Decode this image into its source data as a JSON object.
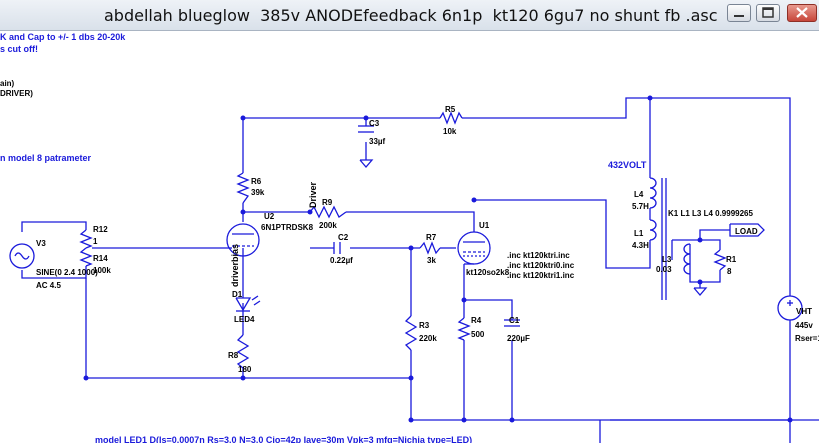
{
  "window": {
    "title": "abdellah blueglow  385v ANODEfeedback 6n1p  kt120 6gu7 no shunt fb .asc",
    "buttons": [
      "minimize-icon",
      "maximize-icon",
      "close-icon"
    ]
  },
  "colors": {
    "wire": "#1a1adb",
    "text": "#000000",
    "comment": "#1a1adb",
    "title_bar": "#dde4ec"
  },
  "comments": {
    "line1": "K and Cap to +/- 1 dbs 20-20k",
    "line2": "s cut off!",
    "line3": "ain)",
    "line4": "DRIVER)",
    "line5": "n model 8 patrameter",
    "voltage": "432VOLT",
    "coupling": "K1 L1 L3 L4 0.9999265",
    "inc1": ".inc kt120ktri.inc",
    "inc2": ".inc kt120ktri0.inc",
    "inc3": ".inc kt120ktri1.inc",
    "bottom": "model LED1 D(Is=0.0007n Rs=3.0 N=3.0 Cjo=42p Iave=30m Vpk=3 mfg=Nichia type=LED)"
  },
  "components": {
    "R5": {
      "name": "R5",
      "value": "10k"
    },
    "C3": {
      "name": "C3",
      "value": "33µf"
    },
    "R6": {
      "name": "R6",
      "value": "39k"
    },
    "R9": {
      "name": "R9",
      "value": "200k"
    },
    "C2": {
      "name": "C2",
      "value": "0.22µf"
    },
    "R7": {
      "name": "R7",
      "value": "3k"
    },
    "U2": {
      "name": "U2",
      "value": "6N1PTRDSK8"
    },
    "U1": {
      "name": "U1",
      "value": "kt120so2k8"
    },
    "R12": {
      "name": "R12",
      "value": "1"
    },
    "R14": {
      "name": "R14",
      "value": "100k"
    },
    "V3": {
      "name": "V3",
      "value": "SINE(0 2.4 1000)",
      "ac": "AC 4.5"
    },
    "D1": {
      "name": "D1",
      "value": "LED4"
    },
    "R8": {
      "name": "R8",
      "value": "180"
    },
    "R3": {
      "name": "R3",
      "value": "220k"
    },
    "R4": {
      "name": "R4",
      "value": "500"
    },
    "C1": {
      "name": "C1",
      "value": "220µF"
    },
    "L4": {
      "name": "L4",
      "value": "5.7H"
    },
    "L1": {
      "name": "L1",
      "value": "4.3H"
    },
    "L3": {
      "name": "L3",
      "value": "0.03"
    },
    "R1": {
      "name": "R1",
      "value": "8"
    },
    "VHT": {
      "name": "VHT",
      "value": "445v",
      "rser": "Rser=1"
    }
  },
  "nets": {
    "driver": "Driver",
    "driverbias": "driverbias",
    "load": "LOAD"
  }
}
